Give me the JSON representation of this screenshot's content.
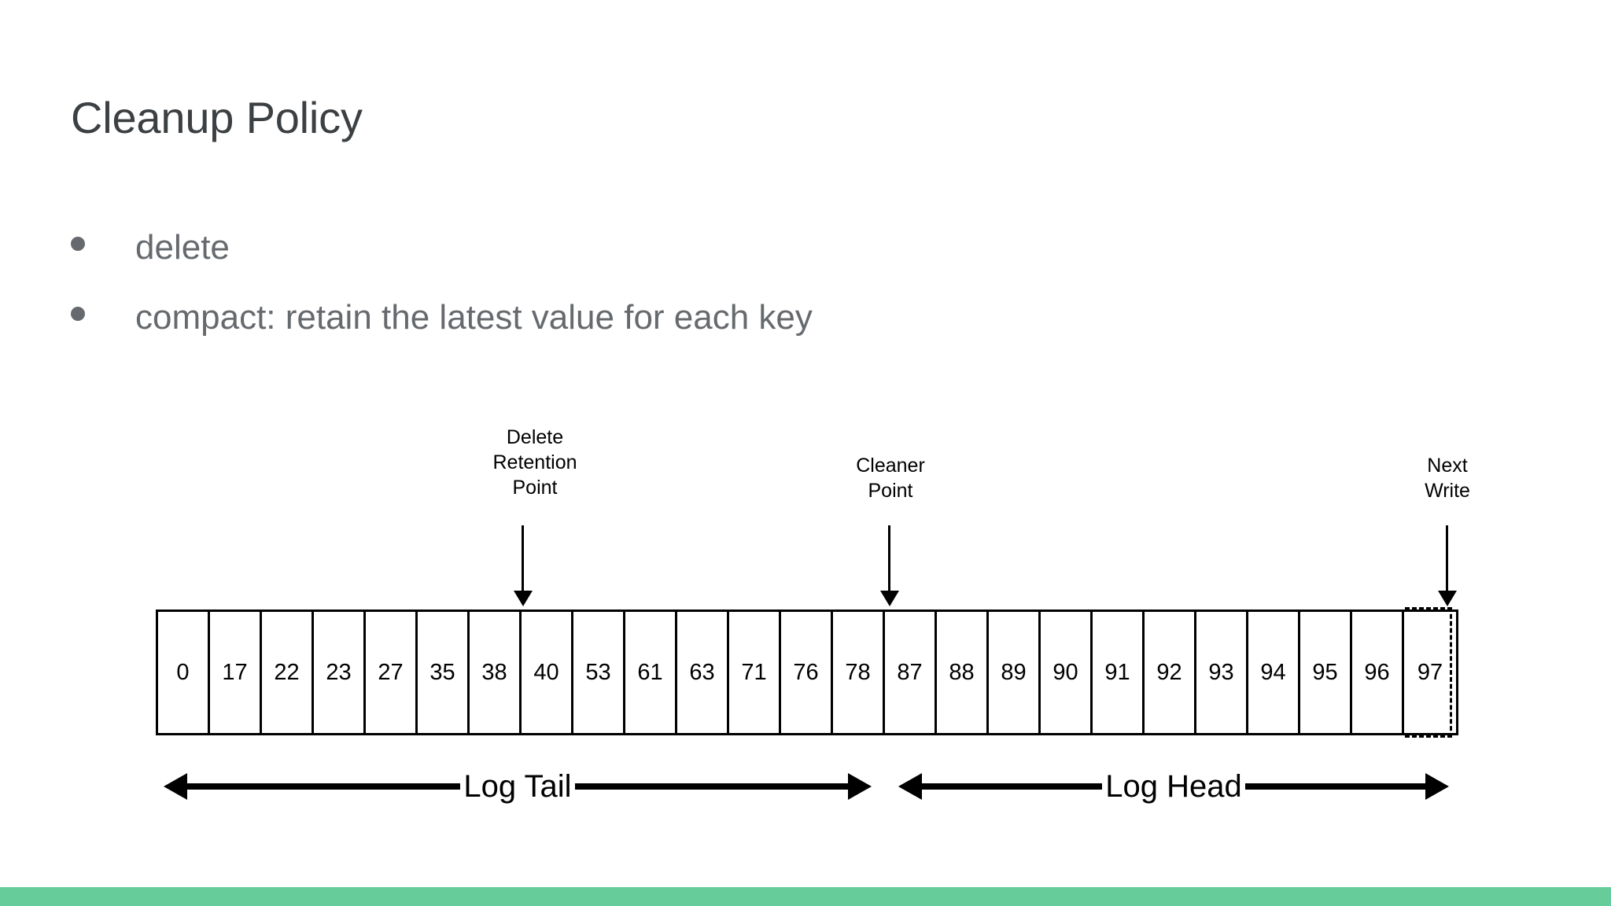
{
  "slide": {
    "title": "Cleanup Policy",
    "accent_color": "#66cc99",
    "title_color": "#3c4043",
    "body_color": "#666a6e"
  },
  "bullets": [
    {
      "marker": "bullet-dot",
      "text": "delete"
    },
    {
      "marker": "bullet-dot",
      "text": "compact: retain the latest value for each key"
    }
  ],
  "diagram": {
    "type": "log-segment-offsets",
    "callouts": [
      {
        "id": "delete-retention-point",
        "lines": [
          "Delete",
          "Retention",
          "Point"
        ],
        "points_to_offset_boundary": "38|40"
      },
      {
        "id": "cleaner-point",
        "lines": [
          "Cleaner",
          "Point"
        ],
        "points_to_offset_boundary": "78|87"
      },
      {
        "id": "next-write",
        "lines": [
          "Next",
          "Write"
        ],
        "points_to_offset_boundary": "97|end"
      }
    ],
    "offsets": [
      "0",
      "17",
      "22",
      "23",
      "27",
      "35",
      "38",
      "40",
      "53",
      "61",
      "63",
      "71",
      "76",
      "78",
      "87",
      "88",
      "89",
      "90",
      "91",
      "92",
      "93",
      "94",
      "95",
      "96",
      "97"
    ],
    "next_write_slot": {
      "empty": true,
      "border_style": "dashed"
    },
    "spans": [
      {
        "id": "log-tail",
        "label": "Log Tail",
        "from_offset": "0",
        "to_offset": "78"
      },
      {
        "id": "log-head",
        "label": "Log Head",
        "from_offset": "87",
        "to_offset": "97"
      }
    ]
  }
}
